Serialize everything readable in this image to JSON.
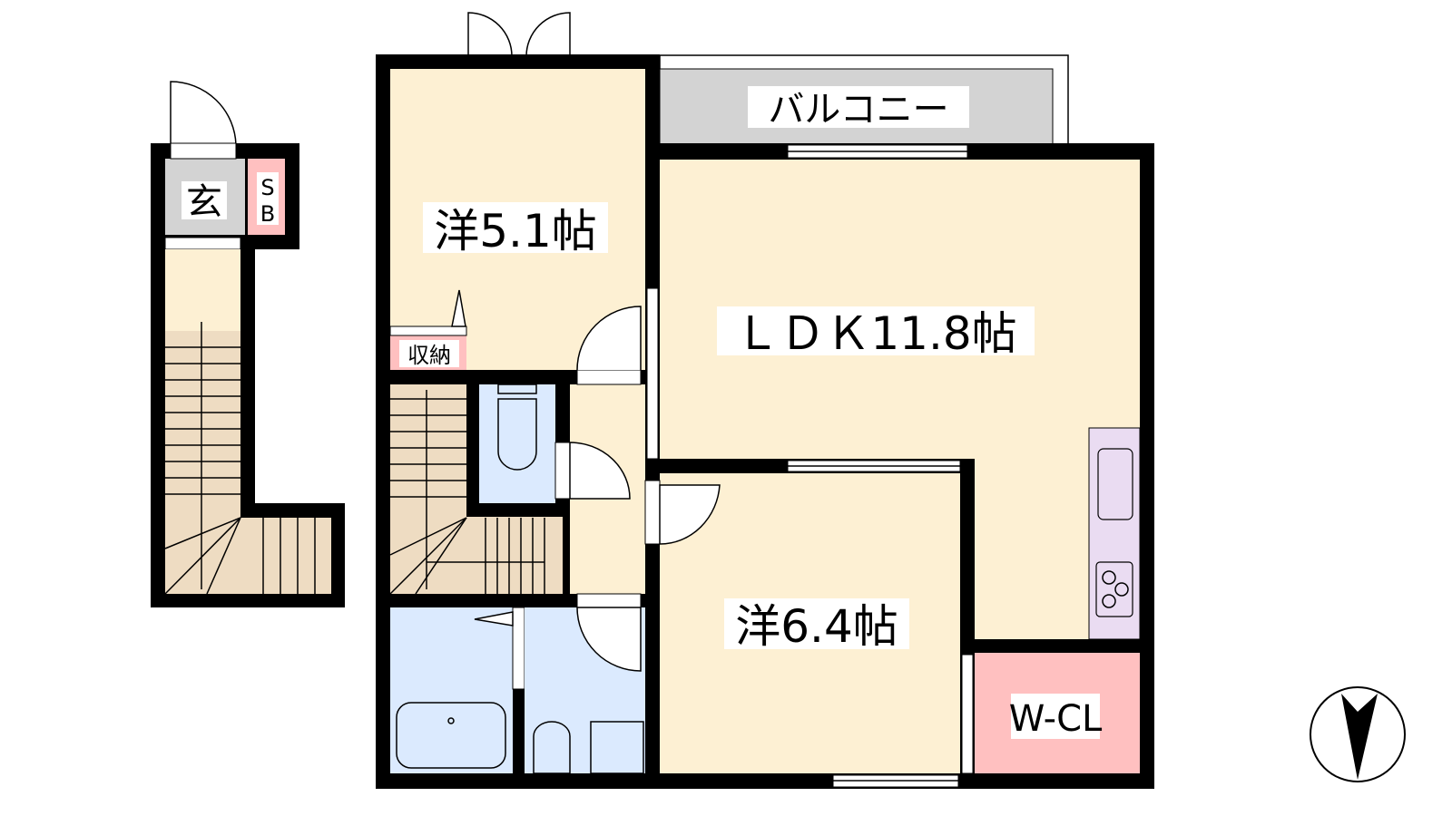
{
  "rooms": {
    "western_1": "洋5.1帖",
    "ldk": "ＬＤＫ11.8帖",
    "western_2": "洋6.4帖",
    "balcony": "バルコニー",
    "entrance": "玄",
    "shoe_box_s": "S",
    "shoe_box_b": "B",
    "storage": "収納",
    "walk_in_closet": "W-CL"
  },
  "colors": {
    "floor": "#fdf0d3",
    "entrance": "#d3d3d3",
    "storage": "#ffc0c0",
    "wet": "#dbeafe",
    "kitchen": "#eadcf2",
    "stairs": "#eedcc2",
    "wall": "#000000"
  },
  "compass": {
    "direction": "north-down-icon"
  }
}
